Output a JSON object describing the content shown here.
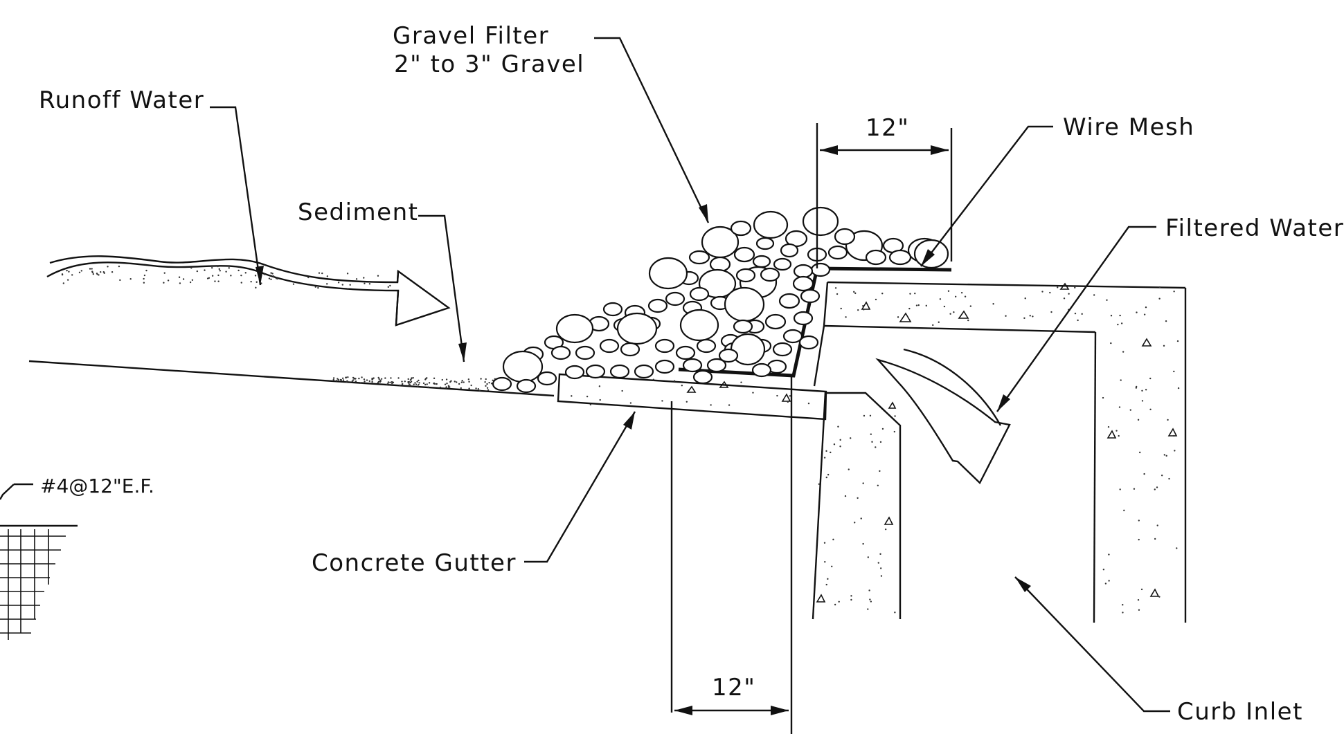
{
  "labels": {
    "gravel_filter_line1": "Gravel Filter",
    "gravel_filter_line2": "2\" to 3\" Gravel",
    "runoff_water": "Runoff Water",
    "sediment": "Sediment",
    "wire_mesh": "Wire Mesh",
    "filtered_water": "Filtered Water",
    "concrete_gutter": "Concrete Gutter",
    "curb_inlet": "Curb Inlet",
    "rebar": "#4@12\"E.F.",
    "dim_top": "12\"",
    "dim_bottom": "12\""
  },
  "icons": {
    "runoff_arrow": "wavy-arrow-icon",
    "filtered_arrow": "curved-arrow-icon"
  },
  "colors": {
    "line": "#111111",
    "background": "#ffffff"
  }
}
